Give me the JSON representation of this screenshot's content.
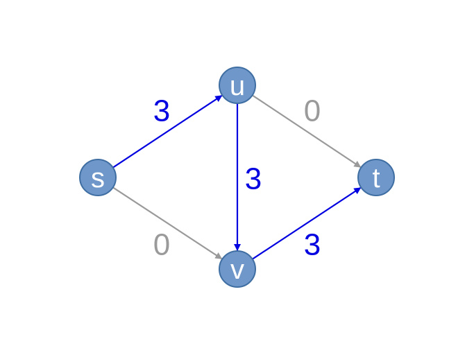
{
  "colors": {
    "node_fill": "#6f97c9",
    "node_stroke": "#3f6ea3",
    "flow_edge": "#0000e0",
    "zero_edge": "#9a9a9a"
  },
  "nodes": [
    {
      "id": "s",
      "label": "s"
    },
    {
      "id": "u",
      "label": "u"
    },
    {
      "id": "v",
      "label": "v"
    },
    {
      "id": "t",
      "label": "t"
    }
  ],
  "edges": [
    {
      "from": "s",
      "to": "u",
      "label": "3",
      "active": true
    },
    {
      "from": "s",
      "to": "v",
      "label": "0",
      "active": false
    },
    {
      "from": "u",
      "to": "v",
      "label": "3",
      "active": true
    },
    {
      "from": "u",
      "to": "t",
      "label": "0",
      "active": false
    },
    {
      "from": "v",
      "to": "t",
      "label": "3",
      "active": true
    }
  ]
}
